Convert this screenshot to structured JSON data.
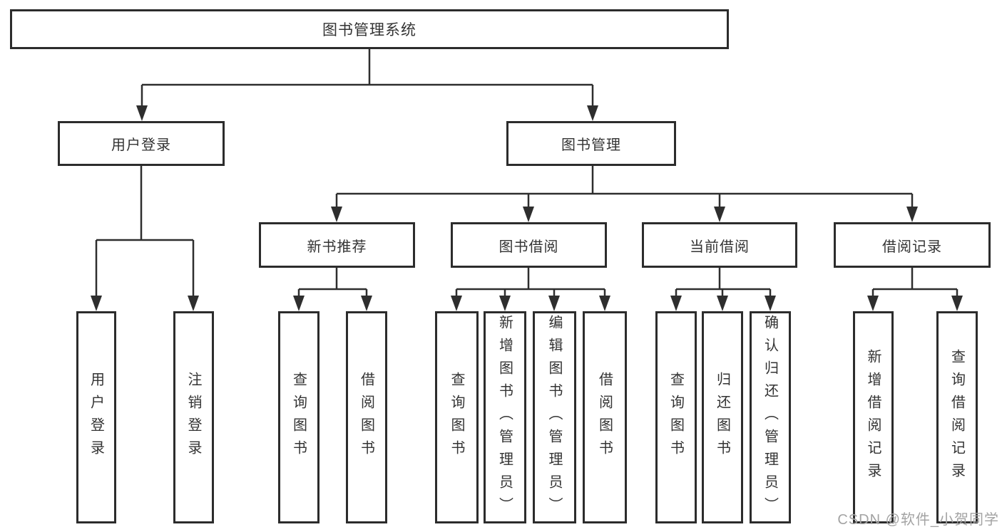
{
  "diagram": {
    "title_node": {
      "label": "图书管理系统"
    },
    "level2": [
      {
        "id": "user-login",
        "label": "用户登录",
        "parent": "图书管理系统"
      },
      {
        "id": "book-management",
        "label": "图书管理",
        "parent": "图书管理系统"
      }
    ],
    "level3": [
      {
        "id": "new-book-recommend",
        "label": "新书推荐",
        "parent": "图书管理"
      },
      {
        "id": "book-borrow",
        "label": "图书借阅",
        "parent": "图书管理"
      },
      {
        "id": "current-borrow",
        "label": "当前借阅",
        "parent": "图书管理"
      },
      {
        "id": "borrow-record",
        "label": "借阅记录",
        "parent": "图书管理"
      }
    ],
    "leaves": [
      {
        "label": "用户登录",
        "parent": "用户登录"
      },
      {
        "label": "注销登录",
        "parent": "用户登录"
      },
      {
        "label": "查询图书",
        "parent": "新书推荐"
      },
      {
        "label": "借阅图书",
        "parent": "新书推荐"
      },
      {
        "label": "查询图书",
        "parent": "图书借阅"
      },
      {
        "label": "新增图书（管理员）",
        "parent": "图书借阅"
      },
      {
        "label": "编辑图书（管理员）",
        "parent": "图书借阅"
      },
      {
        "label": "借阅图书",
        "parent": "图书借阅"
      },
      {
        "label": "查询图书",
        "parent": "当前借阅"
      },
      {
        "label": "归还图书",
        "parent": "当前借阅"
      },
      {
        "label": "确认归还（管理员）",
        "parent": "当前借阅"
      },
      {
        "label": "新增借阅记录",
        "parent": "借阅记录"
      },
      {
        "label": "查询借阅记录",
        "parent": "借阅记录"
      }
    ],
    "watermark": "CSDN @软件_小贺同学",
    "colors": {
      "line": "#2e2e2e",
      "border": "#2c2c2c",
      "text": "#333333",
      "background": "#ffffff",
      "watermark": "#a3a3a3"
    }
  }
}
